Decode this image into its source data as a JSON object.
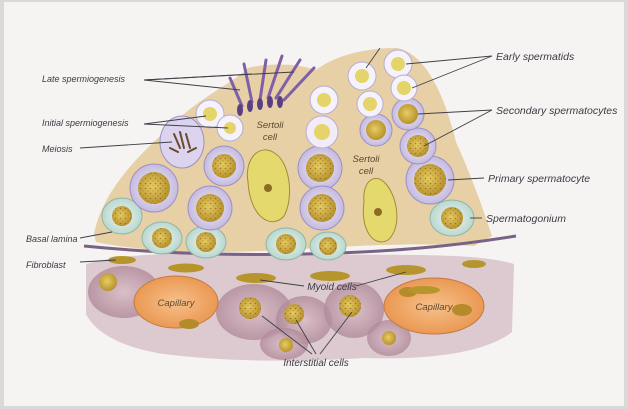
{
  "labels": {
    "late_spermiogenesis": "Late spermiogenesis",
    "initial_spermiogenesis": "Initial spermiogenesis",
    "meiosis": "Meiosis",
    "basal_lamina": "Basal lamina",
    "fibroblast": "Fibroblast",
    "early_spermatids": "Early spermatids",
    "secondary_spermatocytes": "Secondary spermatocytes",
    "primary_spermatocyte": "Primary spermatocyte",
    "spermatogonium": "Spermatogonium",
    "sertoli_cell_left_line1": "Sertoli",
    "sertoli_cell_left_line2": "cell",
    "sertoli_cell_right_line1": "Sertoli",
    "sertoli_cell_right_line2": "cell",
    "myoid_cells": "Myoid cells",
    "capillary_left": "Capillary",
    "capillary_right": "Capillary",
    "interstitial_cells": "Interstitial cells"
  },
  "colors": {
    "background": "#f6f4f2",
    "sertoli_cytoplasm": "#e6cfa6",
    "sertoli_nucleus": "#e4db6a",
    "spermatocyte_membrane": "#cfc6e6",
    "spermatocyte_nucleus": "#d9b84a",
    "spermatogonium_membrane": "#cfe3dc",
    "capillary": "#f0a868",
    "interstitial_tissue": "#c8a7b2",
    "basal_lamina": "#8a6f9a",
    "sperm_tails": "#7a5aa6"
  }
}
